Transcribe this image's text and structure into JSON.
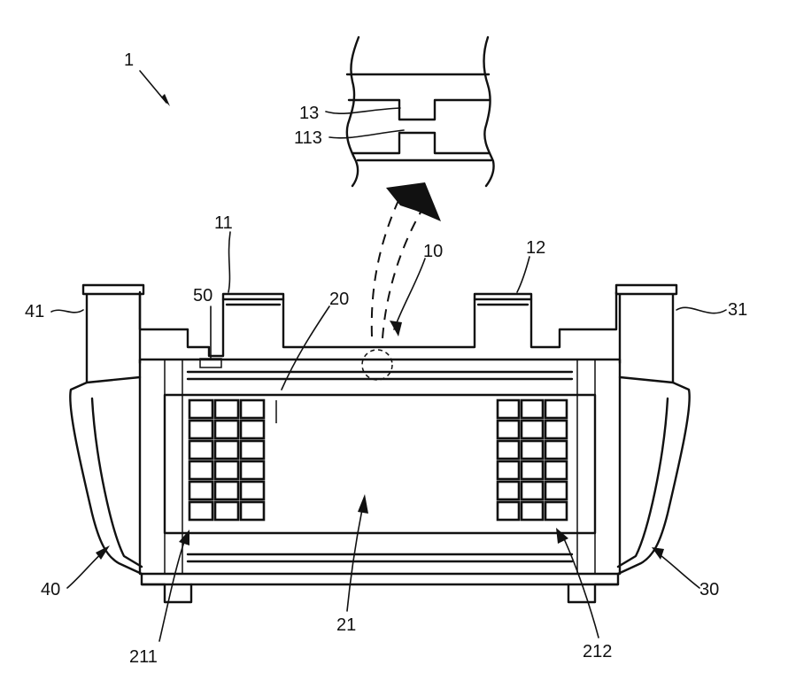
{
  "references": {
    "assembly": "1",
    "main_body": "10",
    "first_projection": "11",
    "second_projection": "12",
    "detail_recess": "13",
    "detail_protrusion": "113",
    "display_panel": "20",
    "display_area": "21",
    "left_key_array": "211",
    "right_key_array": "212",
    "right_side_part": "30",
    "right_handle": "31",
    "left_side_part": "40",
    "left_handle": "41",
    "indicator": "50"
  },
  "key_arrays": {
    "left": {
      "rows": 6,
      "cols": 3
    },
    "right": {
      "rows": 6,
      "cols": 3
    }
  }
}
